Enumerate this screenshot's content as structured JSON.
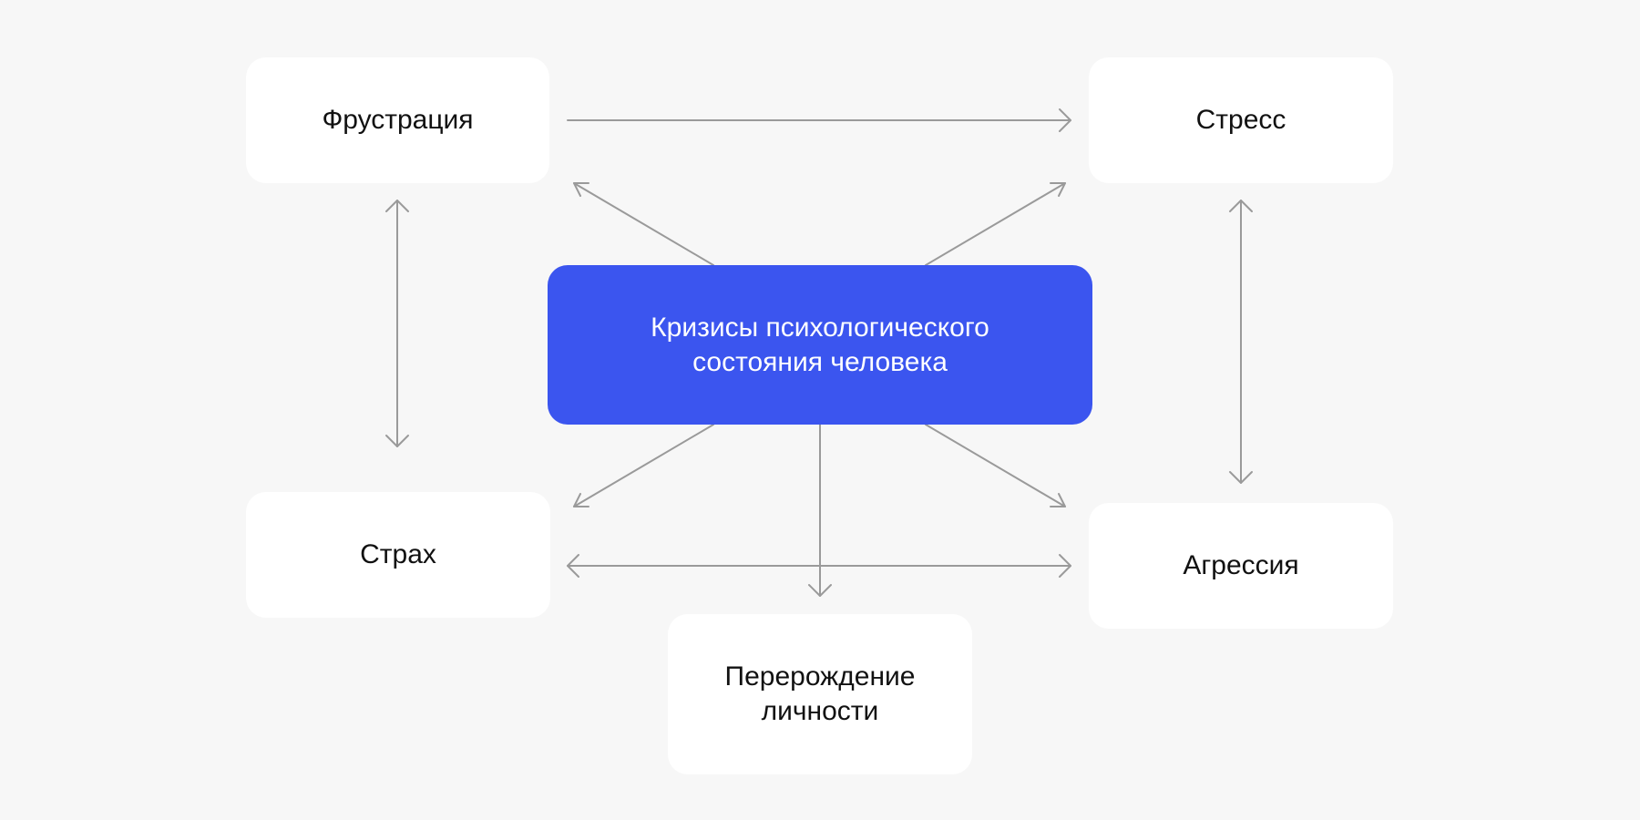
{
  "diagram": {
    "center": {
      "label": "Кризисы психологического\nсостояния человека",
      "fill": "#3b55ef",
      "text_color": "#ffffff"
    },
    "nodes": {
      "frustration": {
        "label": "Фрустрация"
      },
      "stress": {
        "label": "Стресс"
      },
      "fear": {
        "label": "Страх"
      },
      "aggression": {
        "label": "Агрессия"
      },
      "rebirth": {
        "label": "Перерождение\nличности"
      }
    },
    "edges": [
      {
        "from": "frustration",
        "to": "stress",
        "direction": "forward"
      },
      {
        "from": "frustration",
        "to": "fear",
        "direction": "both"
      },
      {
        "from": "stress",
        "to": "aggression",
        "direction": "both"
      },
      {
        "from": "fear",
        "to": "aggression",
        "direction": "both"
      },
      {
        "from": "center",
        "to": "frustration",
        "direction": "forward"
      },
      {
        "from": "center",
        "to": "stress",
        "direction": "forward"
      },
      {
        "from": "center",
        "to": "fear",
        "direction": "forward"
      },
      {
        "from": "center",
        "to": "aggression",
        "direction": "forward"
      },
      {
        "from": "center",
        "to": "rebirth",
        "direction": "forward"
      }
    ],
    "background": "#f7f7f7",
    "node_fill": "#ffffff",
    "connector_color": "#9a9a9a"
  }
}
